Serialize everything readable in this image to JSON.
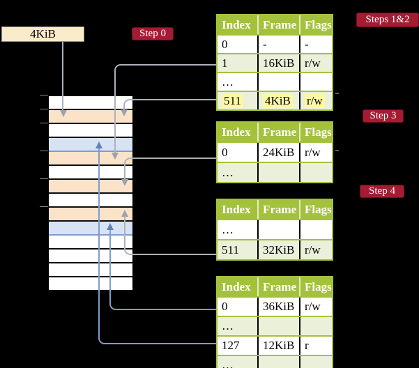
{
  "frame_size_label": {
    "text": "4KiB"
  },
  "labels": {
    "step0": "Step 0",
    "steps12": "Steps 1&2",
    "step3": "Step 3",
    "step4": "Step 4"
  },
  "tables": [
    {
      "name": "page-table-steps-1-2",
      "columns": [
        "Index",
        "Frame",
        "Flags"
      ],
      "rows": [
        {
          "cells": [
            "0",
            "-",
            "-"
          ],
          "shaded": false,
          "highlight": false
        },
        {
          "cells": [
            "1",
            "16KiB",
            "r/w"
          ],
          "shaded": true,
          "highlight": false
        },
        {
          "cells": [
            "…",
            "",
            ""
          ],
          "shaded": false,
          "highlight": false
        },
        {
          "cells": [
            "511",
            "4KiB",
            "r/w"
          ],
          "shaded": true,
          "highlight": true
        }
      ]
    },
    {
      "name": "page-table-step-3",
      "columns": [
        "Index",
        "Frame",
        "Flags"
      ],
      "rows": [
        {
          "cells": [
            "0",
            "24KiB",
            "r/w"
          ],
          "shaded": false,
          "highlight": false
        },
        {
          "cells": [
            "…",
            "",
            ""
          ],
          "shaded": true,
          "highlight": false
        }
      ]
    },
    {
      "name": "page-table-step-4",
      "columns": [
        "Index",
        "Frame",
        "Flags"
      ],
      "rows": [
        {
          "cells": [
            "…",
            "",
            ""
          ],
          "shaded": false,
          "highlight": false
        },
        {
          "cells": [
            "511",
            "32KiB",
            "r/w"
          ],
          "shaded": true,
          "highlight": false
        }
      ]
    },
    {
      "name": "page-table-final",
      "columns": [
        "Index",
        "Frame",
        "Flags"
      ],
      "rows": [
        {
          "cells": [
            "0",
            "36KiB",
            "r/w"
          ],
          "shaded": false,
          "highlight": false
        },
        {
          "cells": [
            "…",
            "",
            ""
          ],
          "shaded": true,
          "highlight": false
        },
        {
          "cells": [
            "127",
            "12KiB",
            "r"
          ],
          "shaded": false,
          "highlight": false
        },
        {
          "cells": [
            "…",
            "",
            ""
          ],
          "shaded": true,
          "highlight": false
        }
      ]
    }
  ],
  "memory": {
    "rows": [
      "white",
      "peach",
      "white",
      "blue",
      "peach",
      "white",
      "peach",
      "white",
      "peach",
      "blue",
      "white",
      "white",
      "white",
      "white"
    ]
  },
  "palette": {
    "background": "#000000",
    "table_header_green": "#a4c13c",
    "table_row_green": "#eaf0da",
    "highlight_yellow": "#fff8a3",
    "step_label_red": "#a41c33",
    "memory_frame_peach": "#fbe3c9",
    "memory_frame_blue": "#d7e3f4",
    "frame_label_cream": "#faecca",
    "arrow_gray": "#abb2ba",
    "arrow_blue": "#7e9ccc"
  }
}
